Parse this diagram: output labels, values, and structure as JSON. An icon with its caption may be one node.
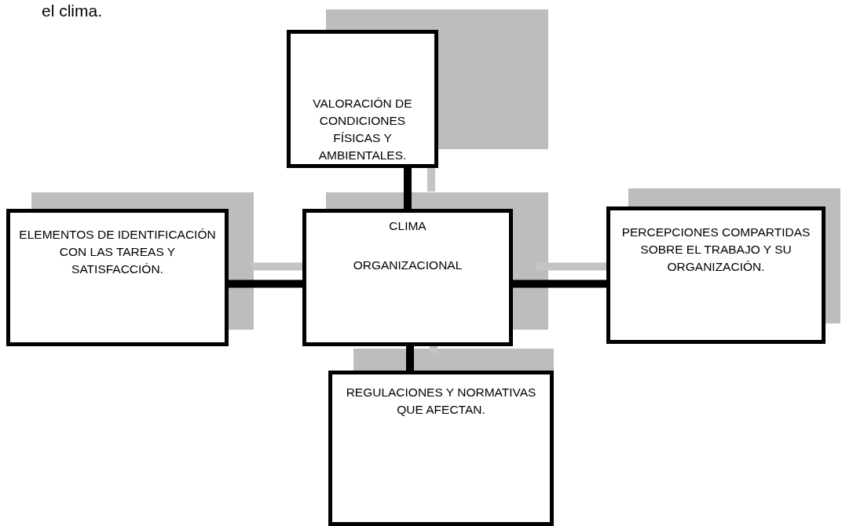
{
  "diagram": {
    "nodes": [
      {
        "text": [
          "VALORACIÓN DE CONDICIONES FÍSICAS Y AMBIENTALES."
        ]
      },
      {
        "text": [
          "ELEMENTOS DE IDENTIFICACIÓN CON LAS TAREAS Y SATISFACCIÓN."
        ]
      },
      {
        "text": [
          "CLIMA",
          "ORGANIZACIONAL"
        ]
      },
      {
        "text": [
          "PERCEPCIONES COMPARTIDAS SOBRE EL TRABAJO Y SU ORGANIZACIÓN."
        ]
      },
      {
        "text": [
          "REGULACIONES Y NORMATIVAS QUE AFECTAN."
        ]
      }
    ],
    "edges": [
      {
        "from": 2,
        "to": 0,
        "arrow": "none"
      },
      {
        "from": 1,
        "to": 2,
        "arrow": "none"
      },
      {
        "from": 2,
        "to": 3,
        "arrow": "none"
      },
      {
        "from": 2,
        "to": 4,
        "arrow": "none"
      }
    ],
    "labels": [
      "el clima."
    ]
  }
}
